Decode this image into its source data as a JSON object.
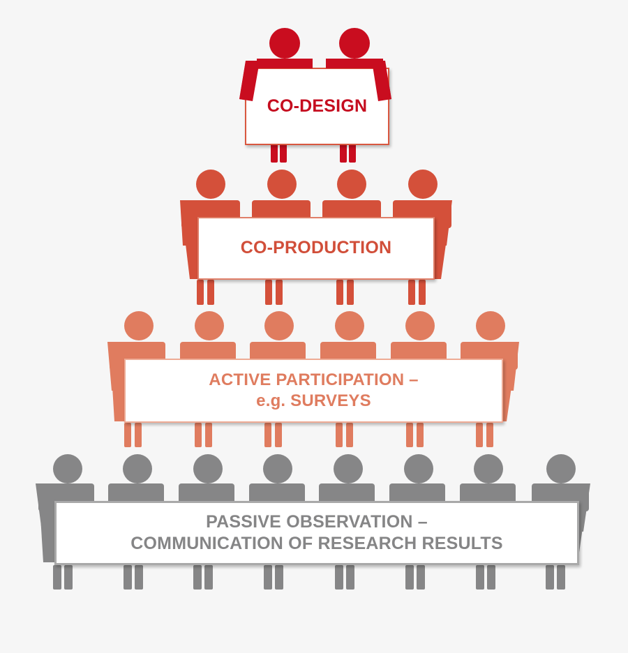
{
  "diagram": {
    "type": "engagement-pyramid",
    "colors": {
      "background": "#f6f6f6",
      "tier1": "#c90d1f",
      "tier2": "#d4503a",
      "tier3": "#e07c5f",
      "tier4": "#868687"
    },
    "tiers": [
      {
        "level": 1,
        "people": 2,
        "lines": [
          "CO-DESIGN"
        ]
      },
      {
        "level": 2,
        "people": 4,
        "lines": [
          "CO-PRODUCTION"
        ]
      },
      {
        "level": 3,
        "people": 6,
        "lines": [
          "ACTIVE PARTICIPATION –",
          "e.g. SURVEYS"
        ]
      },
      {
        "level": 4,
        "people": 8,
        "lines": [
          "PASSIVE OBSERVATION –",
          "COMMUNICATION OF RESEARCH RESULTS"
        ]
      }
    ]
  }
}
